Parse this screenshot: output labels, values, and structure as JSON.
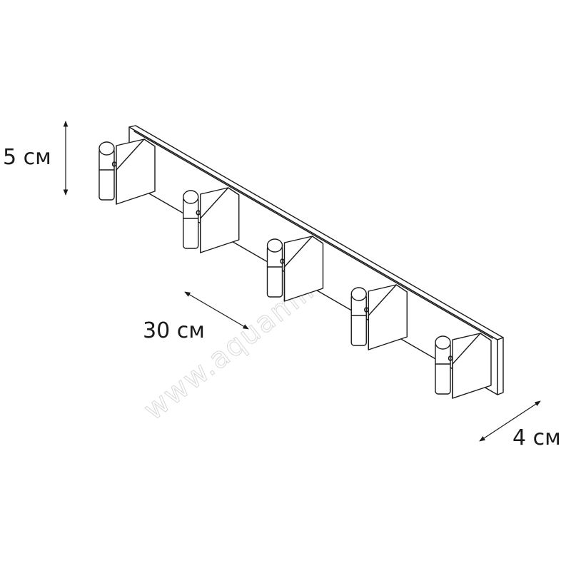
{
  "figure": {
    "dimensions": {
      "height_label": "5 см",
      "length_label": "30 см",
      "depth_label": "4 см"
    },
    "hooks": {
      "count": 5
    },
    "watermark": "www.aquamir.ru"
  }
}
